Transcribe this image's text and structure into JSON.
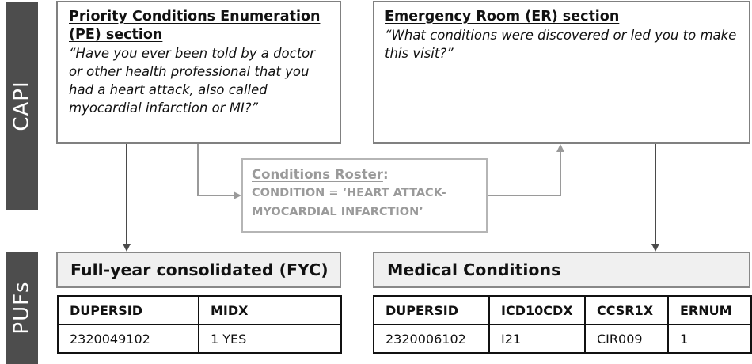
{
  "side_labels": {
    "capi": "CAPI",
    "pufs": "PUFs"
  },
  "pe_section": {
    "title_line1": "Priority Conditions Enumeration",
    "title_line2": "(PE) section",
    "quote": "“Have you ever been told by a doctor or other health professional that you had a heart attack, also called myocardial infarction or MI?”"
  },
  "er_section": {
    "title": "Emergency Room (ER) section",
    "quote": "“What conditions were discovered or led you to make this visit?”"
  },
  "roster": {
    "title": "Conditions Roster",
    "title_suffix": ":",
    "body": "CONDITION = ‘HEART ATTACK-\nMYOCARDIAL INFARCTION’"
  },
  "fyc": {
    "title": "Full-year consolidated (FYC)",
    "columns": [
      "DUPERSID",
      "MIDX"
    ],
    "row": [
      "2320049102",
      "1 YES"
    ]
  },
  "medical_conditions": {
    "title": "Medical Conditions",
    "columns": [
      "DUPERSID",
      "ICD10CDX",
      "CCSR1X",
      "ERNUM"
    ],
    "row": [
      "2320006102",
      "I21",
      "CIR009",
      "1"
    ]
  }
}
